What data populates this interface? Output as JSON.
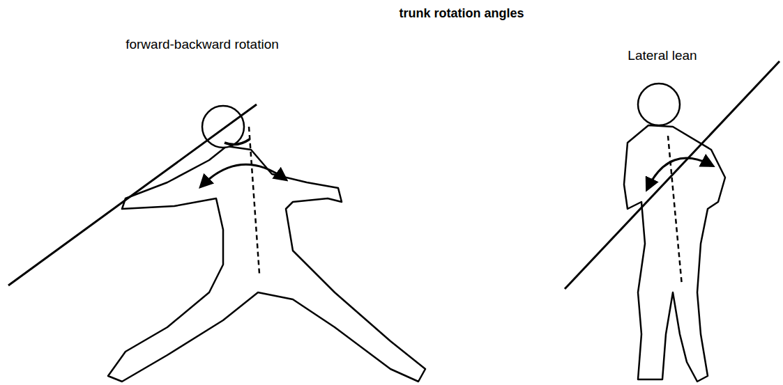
{
  "diagram": {
    "title": "trunk rotation angles",
    "labels": [
      "forward-backward rotation",
      "Lateral lean"
    ]
  }
}
